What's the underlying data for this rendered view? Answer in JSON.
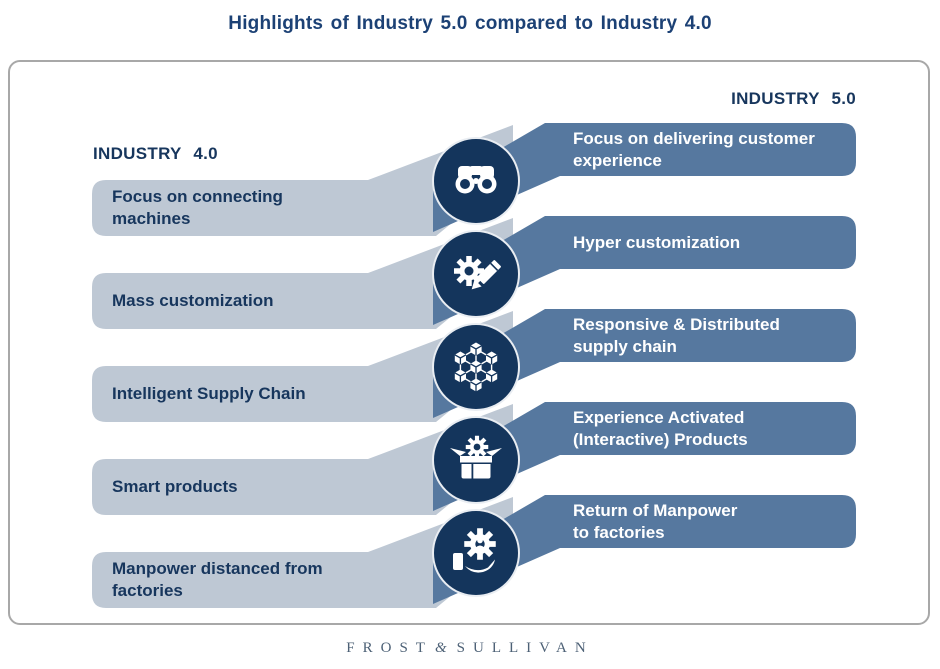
{
  "title": "Highlights of Industry 5.0 compared to Industry 4.0",
  "industry4_label": "INDUSTRY 4.0",
  "industry5_label": "INDUSTRY 5.0",
  "rows": [
    {
      "icon": "binoculars-icon",
      "left": [
        "Focus on connecting",
        "machines"
      ],
      "right": [
        "Focus on delivering customer",
        "experience"
      ]
    },
    {
      "icon": "gear-pencil-icon",
      "left": [
        "Mass customization"
      ],
      "right": [
        "Hyper customization"
      ]
    },
    {
      "icon": "cube-network-icon",
      "left": [
        "Intelligent Supply Chain"
      ],
      "right": [
        "Responsive & Distributed",
        "supply chain"
      ]
    },
    {
      "icon": "open-box-gear-icon",
      "left": [
        "Smart products"
      ],
      "right": [
        "Experience Activated",
        "(Interactive) Products"
      ]
    },
    {
      "icon": "hand-gear-person-icon",
      "left": [
        "Manpower distanced from",
        "factories"
      ],
      "right": [
        "Return of Manpower",
        "to factories"
      ]
    }
  ],
  "footer": {
    "brand_left": "FROST",
    "brand_amp": "&",
    "brand_right": "SULLIVAN"
  },
  "colors": {
    "title_navy": "#1c4175",
    "label_navy": "#17365d",
    "dark_ribbon": "#56789f",
    "light_ribbon": "#bec8d4",
    "circle_navy": "#14355c",
    "box_border": "#a8a8a8",
    "footer_slate": "#4d6176"
  }
}
